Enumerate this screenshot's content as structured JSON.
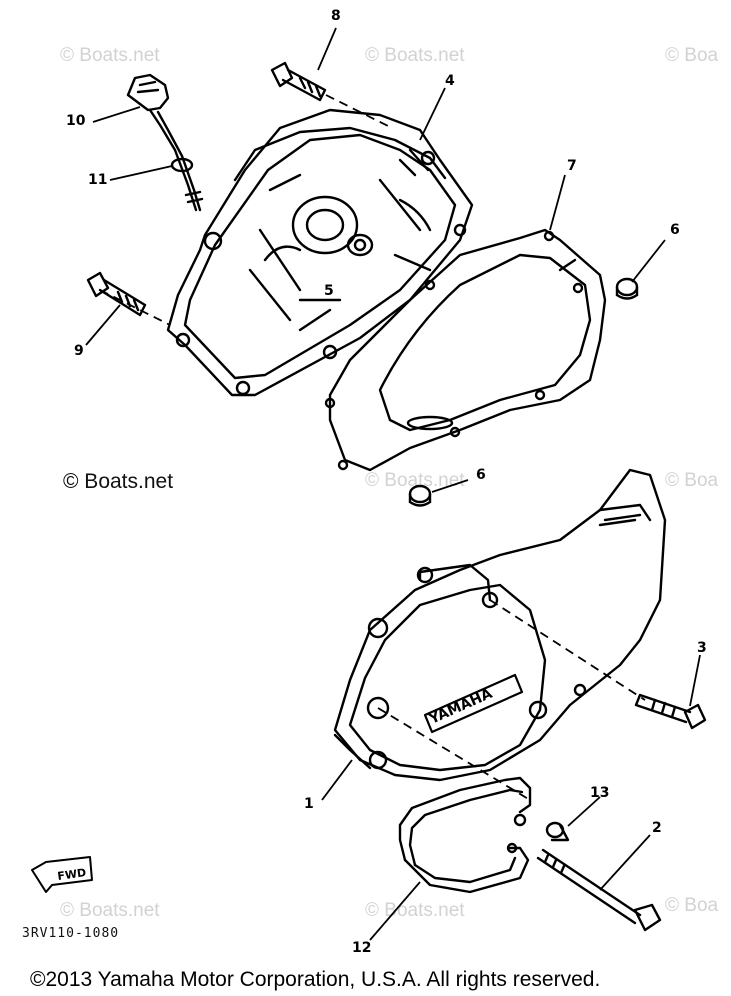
{
  "watermarks": [
    "© Boats.net",
    "© Boats.net",
    "© Boa",
    "© Boats.net",
    "© Boa",
    "© Boats.net",
    "© Boats.net",
    "© Boa"
  ],
  "watermark_primary": "© Boats.net",
  "callouts": [
    "1",
    "2",
    "3",
    "4",
    "5",
    "6",
    "6",
    "7",
    "8",
    "9",
    "10",
    "11",
    "12",
    "13"
  ],
  "cover_label": "YAMAHA",
  "fwd_label": "FWD",
  "drawing_code": "3RV110-1080",
  "copyright": "©2013 Yamaha Motor Corporation, U.S.A. All rights reserved."
}
